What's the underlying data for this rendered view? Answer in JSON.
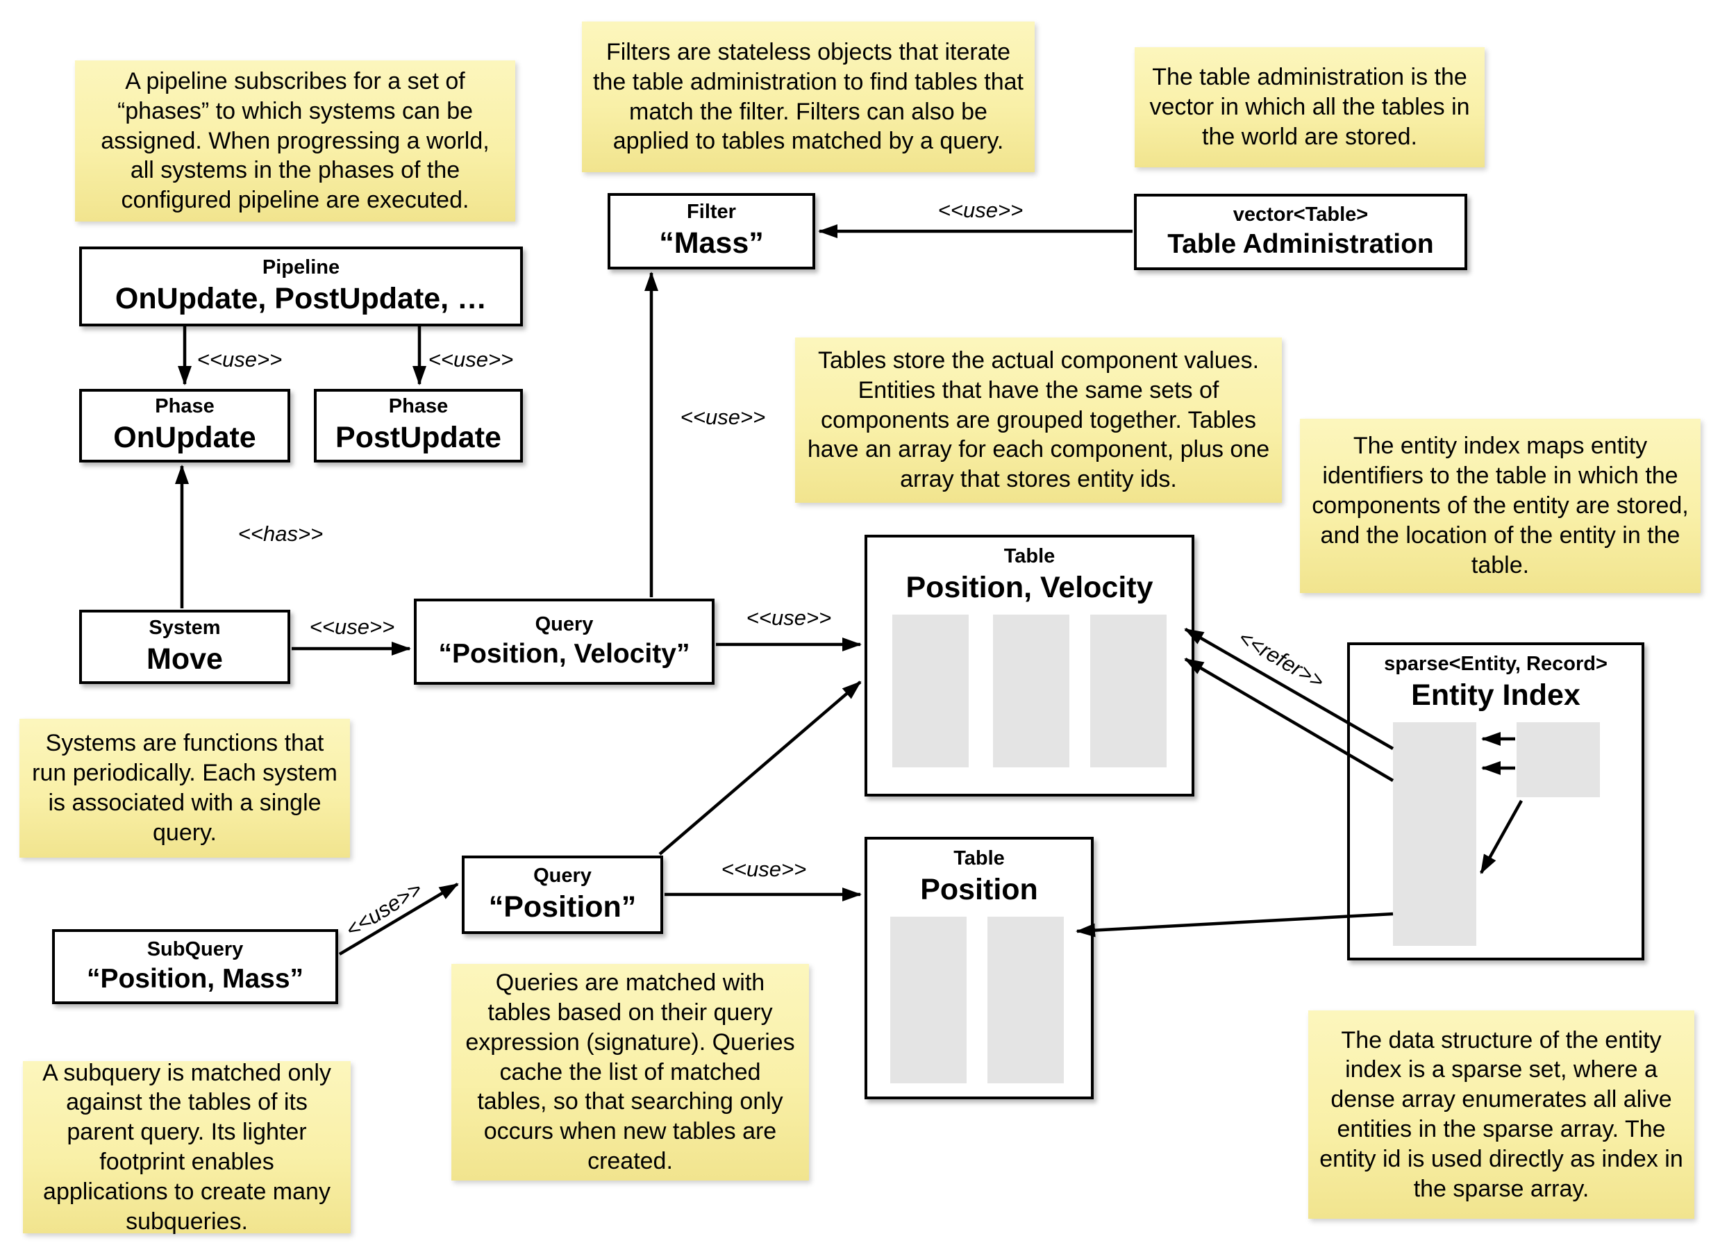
{
  "notes": {
    "pipeline": "A pipeline subscribes for a set of “phases” to which systems can be assigned. When progressing a world, all systems in the phases of the configured pipeline are executed.",
    "filters": "Filters are stateless objects that iterate the table administration to find tables that match the filter. Filters can also be applied to tables matched by a query.",
    "table_admin": "The table administration is the vector in which all the tables in the world are stored.",
    "tables": "Tables store the actual component values. Entities that have the same sets of components are grouped together. Tables have an array for each component, plus one array that stores entity ids.",
    "entity_index": "The entity index maps entity identifiers to the table in which the components of the entity are stored, and the location of the entity in the table.",
    "systems": "Systems are functions that run periodically. Each system is associated with a single query.",
    "queries": "Queries are matched with tables based on their query expression (signature). Queries cache the list of matched tables, so that searching only occurs when new tables are created.",
    "subquery": "A subquery is matched only against the tables of its parent query. Its lighter footprint enables applications to create many subqueries.",
    "sparse_set": "The data structure of the entity index is a sparse set, where a dense array enumerates all alive entities in the sparse array. The entity id is used directly as index in the sparse array."
  },
  "boxes": {
    "pipeline": {
      "stereotype": "Pipeline",
      "name": "OnUpdate, PostUpdate, …"
    },
    "phase_onupdate": {
      "stereotype": "Phase",
      "name": "OnUpdate"
    },
    "phase_postupdate": {
      "stereotype": "Phase",
      "name": "PostUpdate"
    },
    "system_move": {
      "stereotype": "System",
      "name": "Move"
    },
    "query_position_velocity": {
      "stereotype": "Query",
      "name": "“Position, Velocity”"
    },
    "filter_mass": {
      "stereotype": "Filter",
      "name": "“Mass”"
    },
    "table_administration": {
      "stereotype": "vector<Table>",
      "name": "Table Administration"
    },
    "table_position_velocity": {
      "stereotype": "Table",
      "name": "Position, Velocity"
    },
    "table_position": {
      "stereotype": "Table",
      "name": "Position"
    },
    "entity_index": {
      "stereotype": "sparse<Entity, Record>",
      "name": "Entity Index"
    },
    "subquery_position_mass": {
      "stereotype": "SubQuery",
      "name": "“Position, Mass”"
    },
    "query_position": {
      "stereotype": "Query",
      "name": "“Position”"
    }
  },
  "labels": {
    "use": "<<use>>",
    "has": "<<has>>",
    "refer": "<<refer>>"
  },
  "colors": {
    "note_bg_top": "#fcf6bd",
    "note_bg_bottom": "#f1e48e",
    "box_border": "#000000",
    "array_fill": "#e4e4e4",
    "background": "#ffffff"
  }
}
